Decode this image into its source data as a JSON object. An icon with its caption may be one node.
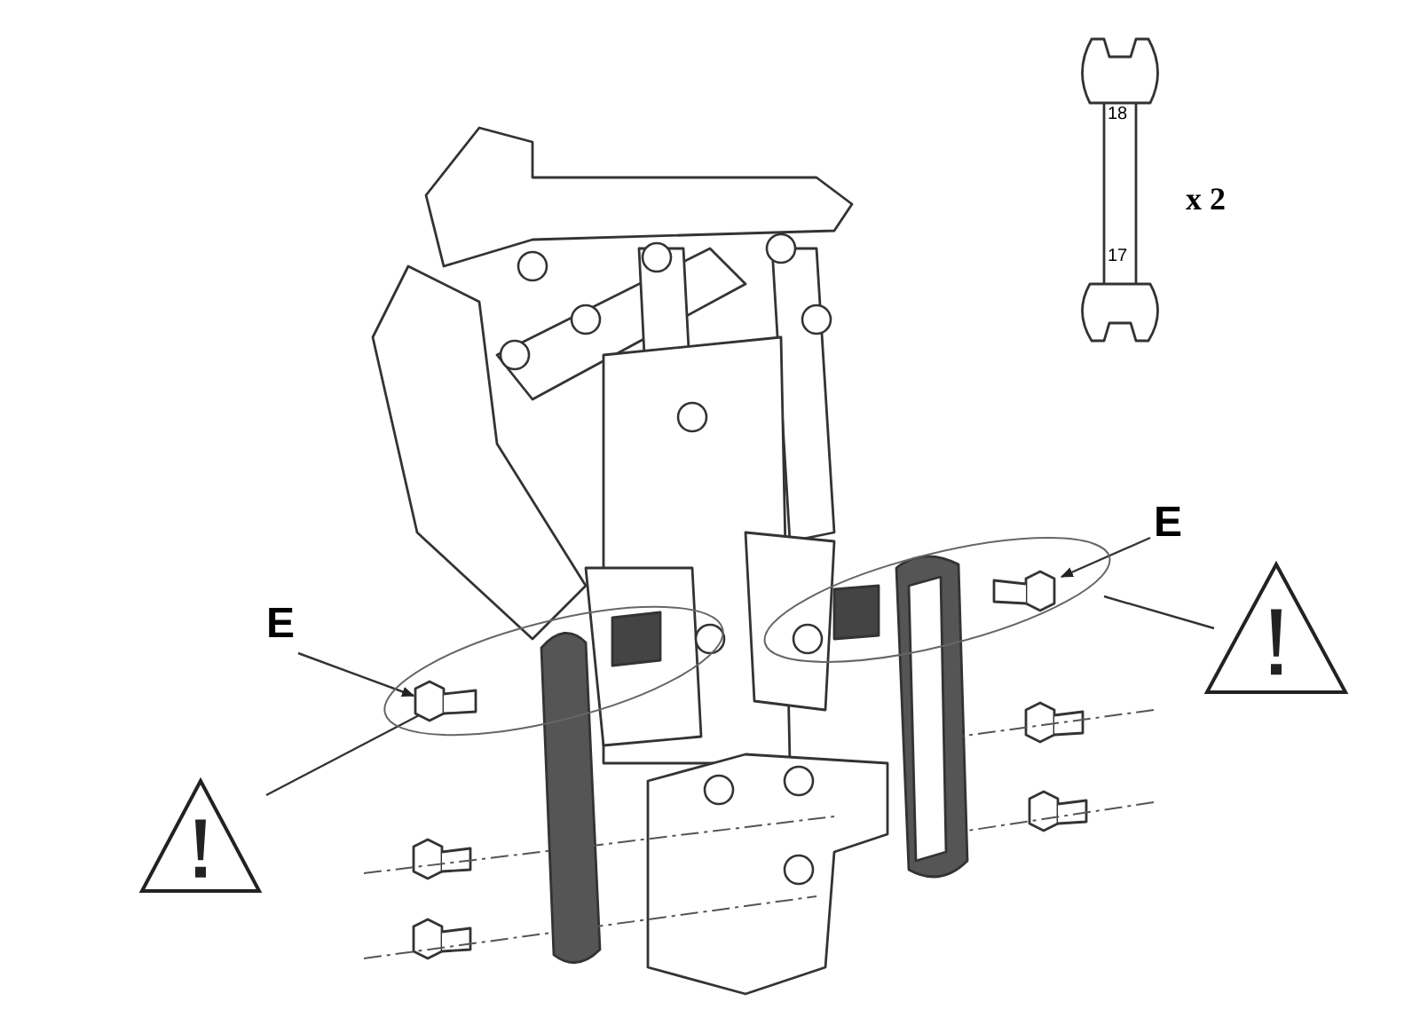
{
  "diagram": {
    "nodes": [
      {
        "text": [
          "E"
        ]
      },
      {
        "text": [],
        "shape": "picture",
        "in": 4
      },
      {
        "text": [
          "E"
        ]
      },
      {
        "text": [],
        "shape": "picture",
        "in": 5
      },
      {
        "text": [],
        "shape": "ellipse"
      },
      {
        "text": [],
        "shape": "ellipse"
      },
      {
        "text": [],
        "shape": "triangle"
      },
      {
        "text": [],
        "shape": "triangle"
      }
    ],
    "edges": [
      {
        "from": 0,
        "to": 1,
        "arrow": "to"
      },
      {
        "from": 2,
        "to": 3,
        "arrow": "to"
      },
      {
        "from": 6,
        "to": 4,
        "arrow": "none"
      },
      {
        "from": 7,
        "to": 5,
        "arrow": "none"
      }
    ],
    "labels": [
      "18",
      "17",
      "x 2"
    ]
  }
}
